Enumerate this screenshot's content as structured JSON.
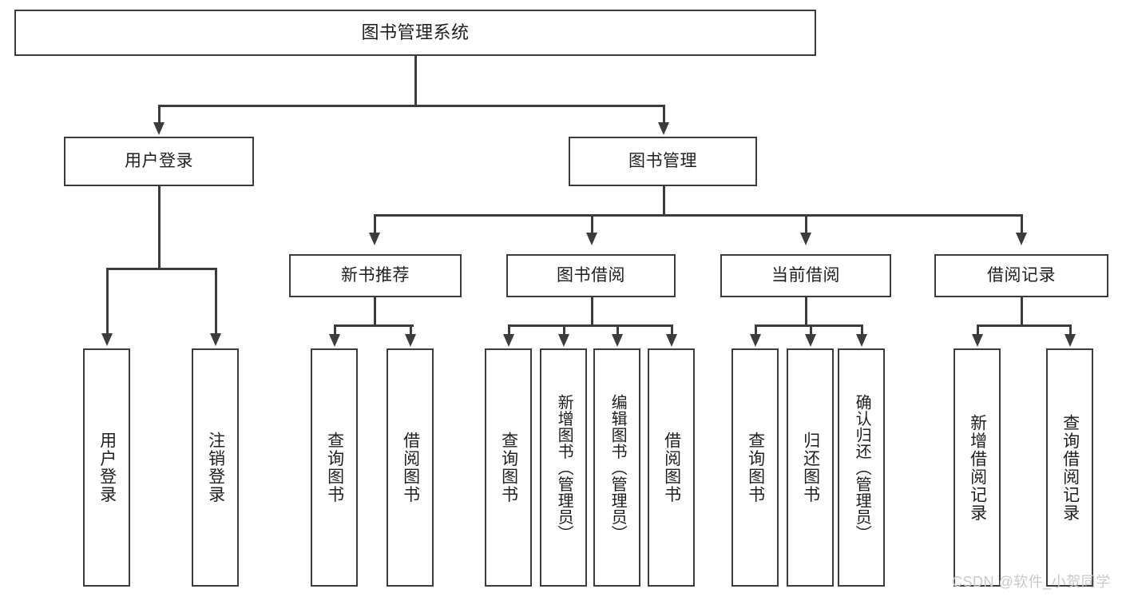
{
  "diagram": {
    "type": "tree-hierarchy-functional-decomposition",
    "title": "图书管理系统",
    "root": {
      "id": "root",
      "label": "图书管理系统",
      "orientation": "horizontal"
    },
    "level2": [
      {
        "id": "user-login",
        "label": "用户登录",
        "orientation": "horizontal"
      },
      {
        "id": "book-management",
        "label": "图书管理",
        "orientation": "horizontal"
      }
    ],
    "level3": [
      {
        "id": "new-book-recommend",
        "label": "新书推荐",
        "orientation": "horizontal",
        "parent": "book-management"
      },
      {
        "id": "book-borrow",
        "label": "图书借阅",
        "orientation": "horizontal",
        "parent": "book-management"
      },
      {
        "id": "current-borrow",
        "label": "当前借阅",
        "orientation": "horizontal",
        "parent": "book-management"
      },
      {
        "id": "borrow-record",
        "label": "借阅记录",
        "orientation": "horizontal",
        "parent": "book-management"
      }
    ],
    "leaves": [
      {
        "id": "leaf-user-login",
        "label": "用户登录",
        "parent": "user-login"
      },
      {
        "id": "leaf-logout-login",
        "label": "注销登录",
        "parent": "user-login"
      },
      {
        "id": "leaf-query-book-1",
        "label": "查询图书",
        "parent": "new-book-recommend"
      },
      {
        "id": "leaf-borrow-book-1",
        "label": "借阅图书",
        "parent": "new-book-recommend"
      },
      {
        "id": "leaf-query-book-2",
        "label": "查询图书",
        "parent": "book-borrow"
      },
      {
        "id": "leaf-add-book",
        "label": "新增图书（管理员）",
        "parent": "book-borrow"
      },
      {
        "id": "leaf-edit-book",
        "label": "编辑图书（管理员）",
        "parent": "book-borrow"
      },
      {
        "id": "leaf-borrow-book-2",
        "label": "借阅图书",
        "parent": "book-borrow"
      },
      {
        "id": "leaf-query-book-3",
        "label": "查询图书",
        "parent": "current-borrow"
      },
      {
        "id": "leaf-return-book",
        "label": "归还图书",
        "parent": "current-borrow"
      },
      {
        "id": "leaf-confirm-return",
        "label": "确认归还（管理员）",
        "parent": "current-borrow"
      },
      {
        "id": "leaf-add-record",
        "label": "新增借阅记录",
        "parent": "borrow-record"
      },
      {
        "id": "leaf-query-record",
        "label": "查询借阅记录",
        "parent": "borrow-record"
      }
    ],
    "colors": {
      "stroke": "#3c3c3c",
      "fill": "#ffffff",
      "text": "#1f1f1f",
      "watermark": "#c9c9c9",
      "background": "#ffffff"
    }
  },
  "watermark": {
    "text": "CSDN @软件_小贺同学"
  }
}
